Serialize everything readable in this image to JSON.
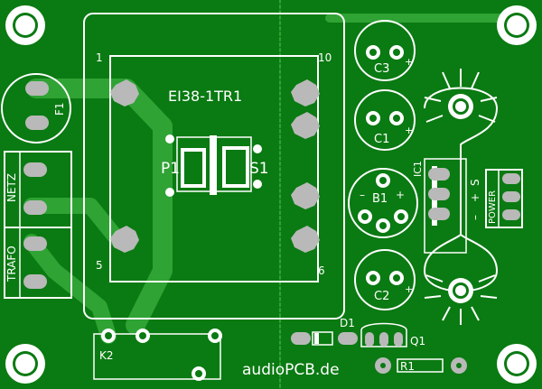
{
  "board": {
    "background": "#0a7a12",
    "trace_color": "#2fa334",
    "silk_color": "#ffffff",
    "pad_color": "#b9b9b9"
  },
  "transformer": {
    "name": "EI38-1TR1",
    "primary": "P1",
    "secondary": "S1",
    "pin_1": "1",
    "pin_10": "10",
    "pin_5": "5",
    "pin_6": "6"
  },
  "components": {
    "fuse": "F1",
    "netz": "NETZ",
    "trafo": "TRAFO",
    "c1": "C1",
    "c2": "C2",
    "c3": "C3",
    "b1": "B1",
    "ic1": "IC1",
    "d1": "D1",
    "q1": "Q1",
    "r1": "R1",
    "k2": "K2",
    "power": "POWER",
    "power_minus": "–",
    "power_plus": "+",
    "power_s": "S",
    "plus_sign": "+",
    "minus_sign": "–"
  },
  "branding": {
    "url": "audioPCB.de"
  }
}
